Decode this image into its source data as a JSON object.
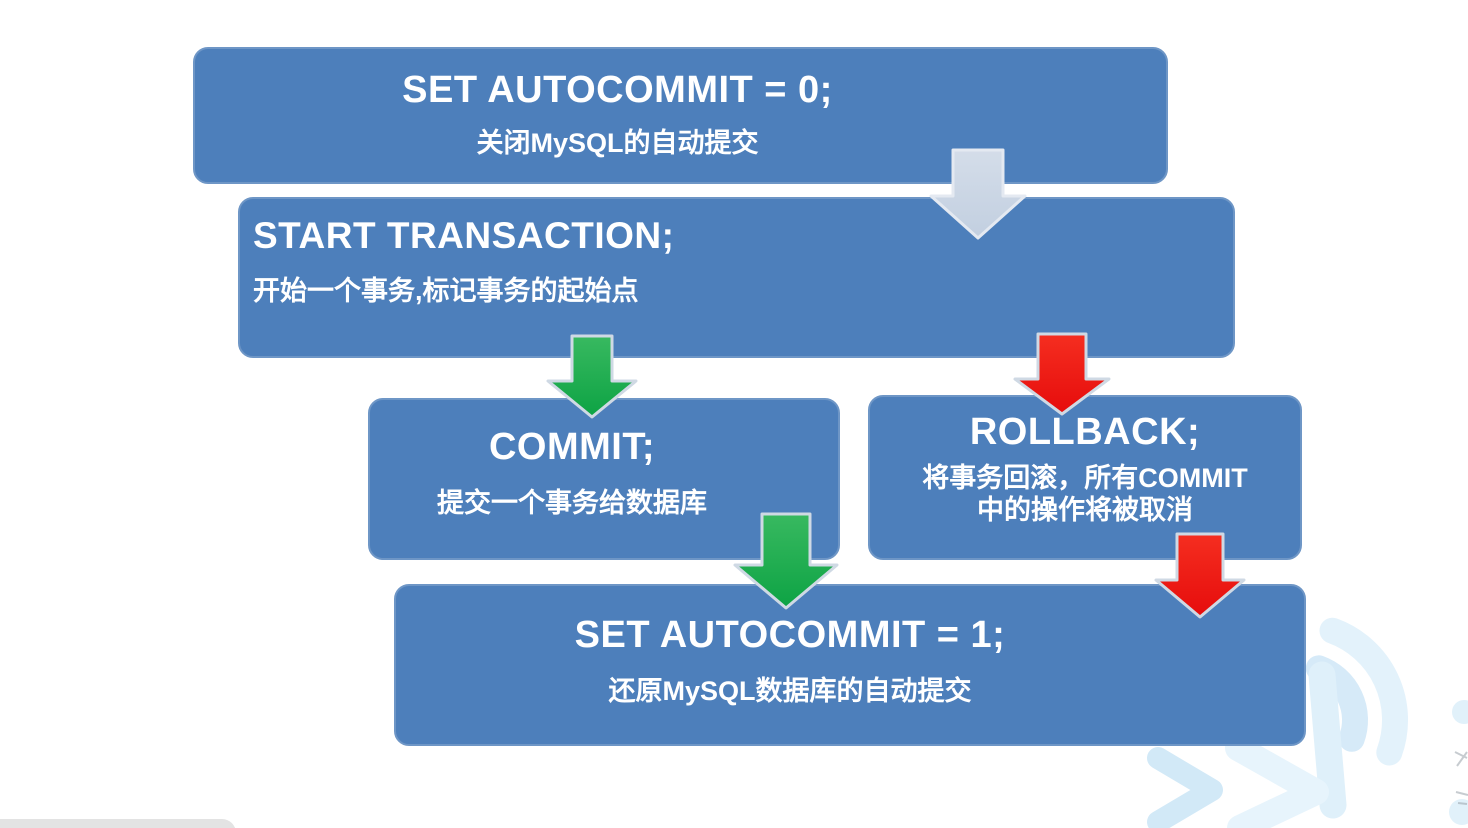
{
  "diagram": {
    "topic": "MySQL transaction flow",
    "nodes": [
      {
        "id": "set-autocommit-0",
        "title": "SET AUTOCOMMIT = 0;",
        "subtitle": "关闭MySQL的自动提交"
      },
      {
        "id": "start-transaction",
        "title": "START TRANSACTION;",
        "subtitle": "开始一个事务,标记事务的起始点"
      },
      {
        "id": "commit",
        "title": "COMMIT;",
        "subtitle": "提交一个事务给数据库"
      },
      {
        "id": "rollback",
        "title": "ROLLBACK;",
        "subtitle_line1": "将事务回滚，所有COMMIT",
        "subtitle_line2": "中的操作将被取消"
      },
      {
        "id": "set-autocommit-1",
        "title": "SET AUTOCOMMIT = 1;",
        "subtitle": "还原MySQL数据库的自动提交"
      }
    ],
    "edges": [
      {
        "from": "set-autocommit-0",
        "to": "start-transaction",
        "style": "neutral",
        "color": "#c9d4e4"
      },
      {
        "from": "start-transaction",
        "to": "commit",
        "style": "commit",
        "color": "#1aae4e"
      },
      {
        "from": "start-transaction",
        "to": "rollback",
        "style": "rollback",
        "color": "#ee1111"
      },
      {
        "from": "commit",
        "to": "set-autocommit-1",
        "style": "commit",
        "color": "#1aae4e"
      },
      {
        "from": "rollback",
        "to": "set-autocommit-1",
        "style": "rollback",
        "color": "#ee1111"
      }
    ],
    "colors": {
      "node_fill": "#4d7fbb",
      "node_border": "#6e96c6",
      "node_text": "#ffffff",
      "arrow_neutral": "#c9d4e4",
      "arrow_green": "#1aae4e",
      "arrow_red": "#ee1111",
      "background": "#ffffff",
      "watermark_blue": "#ddeefa",
      "bottom_bar_gray": "#e3e3e3"
    }
  }
}
